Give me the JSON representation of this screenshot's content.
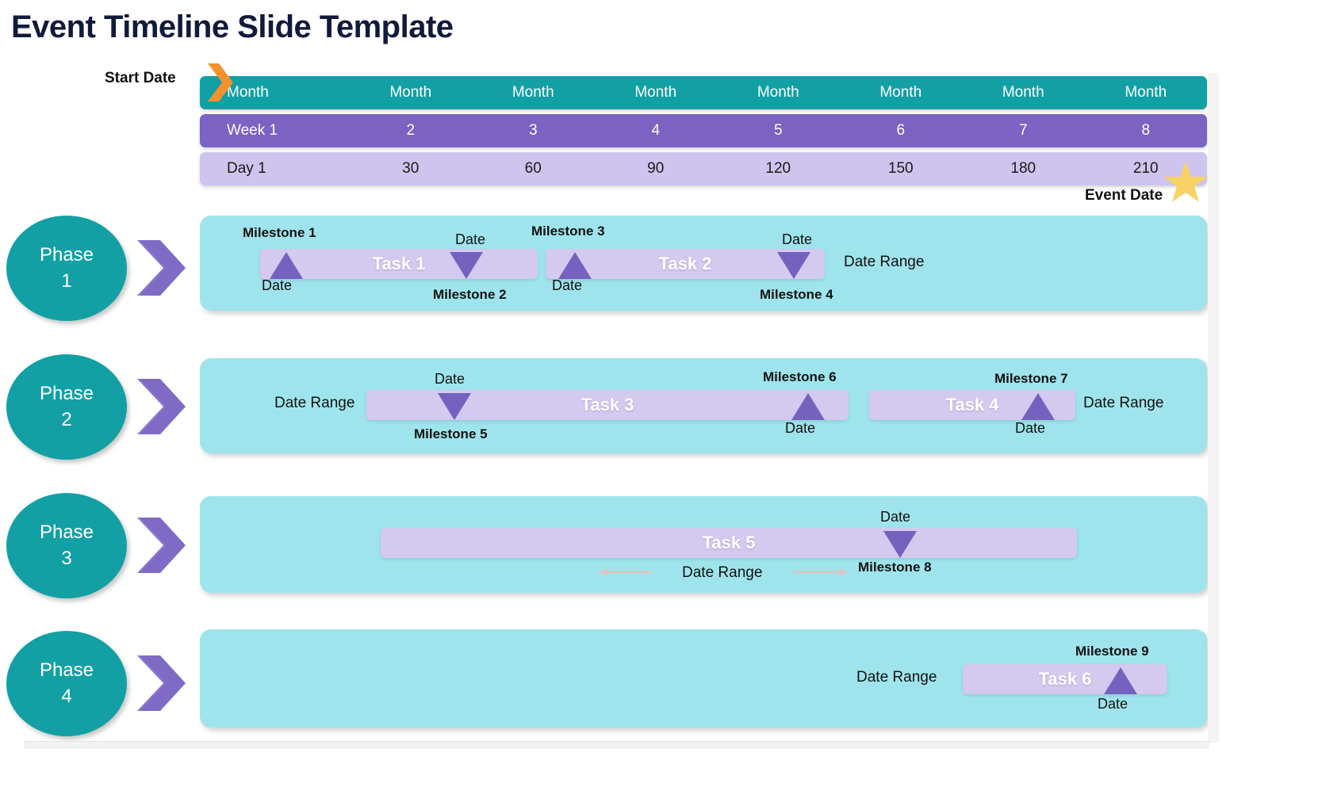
{
  "title": "Event Timeline Slide Template",
  "colors": {
    "teal": "#12A0A5",
    "purple": "#7C62C3",
    "lavender": "#CEC4EE",
    "task_bar": "#D4C9EF",
    "panel_cyan": "#9FE4EC",
    "triangle_purple": "#7462BE",
    "orange": "#F5922E",
    "star_gold": "#F7D264",
    "title_navy": "#111A3A"
  },
  "start_marker": {
    "label": "Start Date",
    "icon": "orange-chevron-icon"
  },
  "event_marker": {
    "label": "Event Date",
    "icon": "star-icon"
  },
  "scale": {
    "months": [
      "Month",
      "Month",
      "Month",
      "Month",
      "Month",
      "Month",
      "Month",
      "Month"
    ],
    "weeks": [
      "Week 1",
      "2",
      "3",
      "4",
      "5",
      "6",
      "7",
      "8"
    ],
    "days": [
      "Day 1",
      "30",
      "60",
      "90",
      "120",
      "150",
      "180",
      "210"
    ]
  },
  "phases": [
    {
      "name_line1": "Phase",
      "name_line2": "1",
      "tasks": [
        {
          "label": "Task 1"
        },
        {
          "label": "Task 2"
        }
      ],
      "milestones": [
        {
          "label": "Milestone 1",
          "date": "Date"
        },
        {
          "label": "Milestone 2",
          "date": "Date"
        },
        {
          "label": "Milestone 3",
          "date": "Date"
        },
        {
          "label": "Milestone 4",
          "date": "Date"
        }
      ],
      "ranges": [
        "Date Range"
      ]
    },
    {
      "name_line1": "Phase",
      "name_line2": "2",
      "tasks": [
        {
          "label": "Task 3"
        },
        {
          "label": "Task 4"
        }
      ],
      "milestones": [
        {
          "label": "Milestone 5",
          "date": "Date"
        },
        {
          "label": "Milestone 6",
          "date": "Date"
        },
        {
          "label": "Milestone 7",
          "date": "Date"
        }
      ],
      "ranges": [
        "Date Range",
        "Date Range"
      ]
    },
    {
      "name_line1": "Phase",
      "name_line2": "3",
      "tasks": [
        {
          "label": "Task 5"
        }
      ],
      "milestones": [
        {
          "label": "Milestone 8",
          "date": "Date"
        }
      ],
      "ranges": [
        "Date Range"
      ]
    },
    {
      "name_line1": "Phase",
      "name_line2": "4",
      "tasks": [
        {
          "label": "Task 6"
        }
      ],
      "milestones": [
        {
          "label": "Milestone 9",
          "date": "Date"
        }
      ],
      "ranges": [
        "Date Range"
      ]
    }
  ]
}
